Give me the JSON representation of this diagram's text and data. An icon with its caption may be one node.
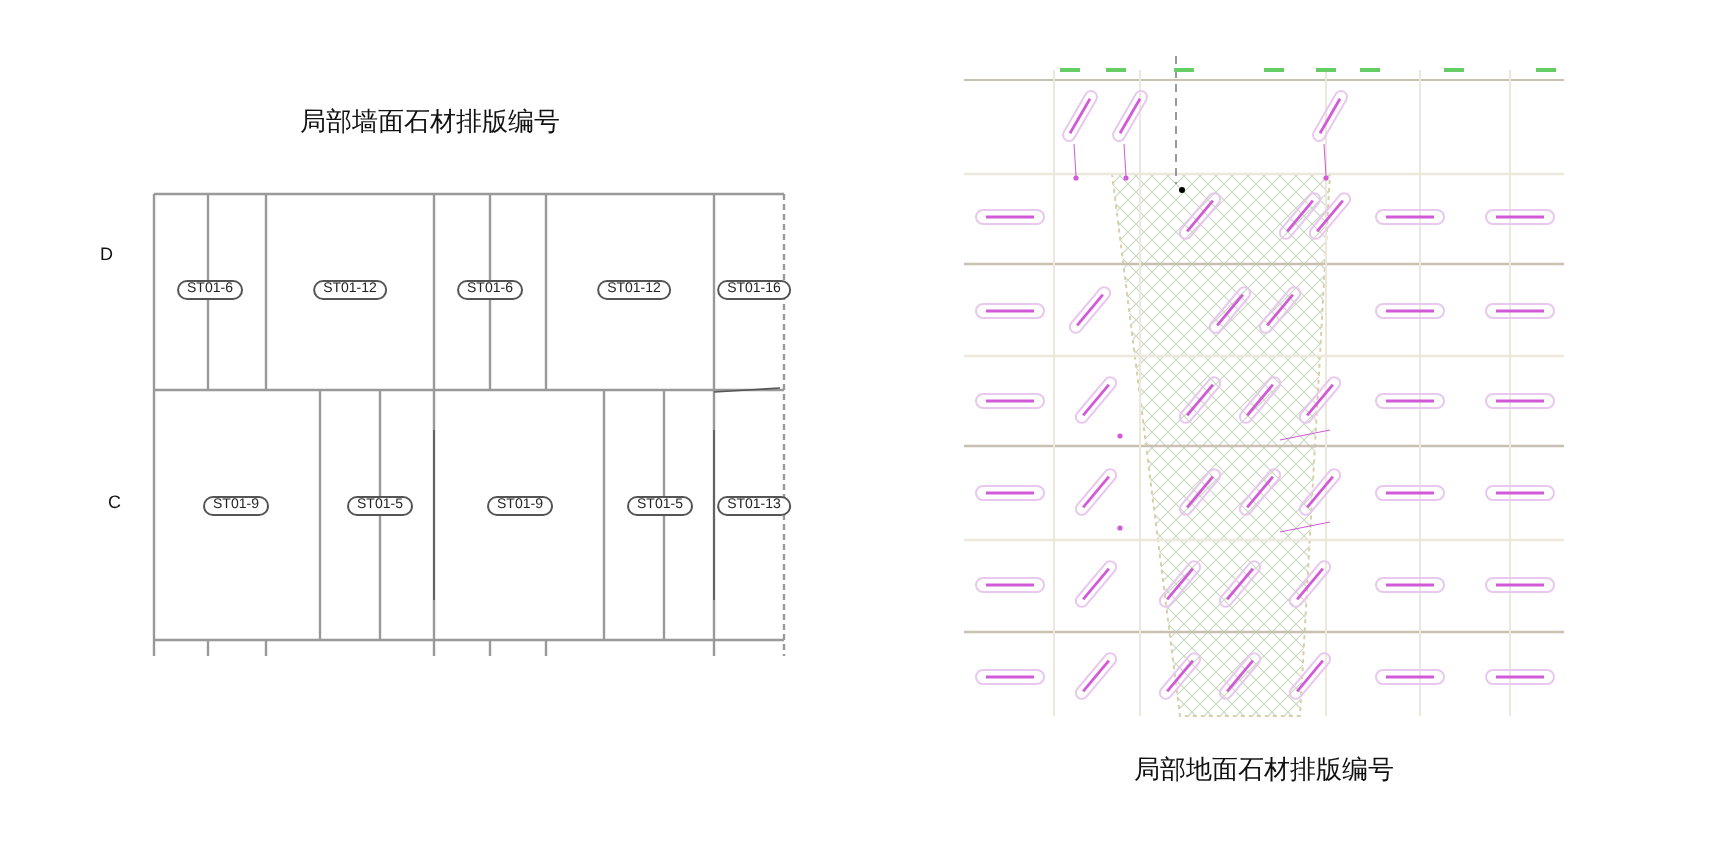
{
  "diagram": {
    "nodes": [
      {
        "text": [
          "ST01-6"
        ]
      },
      {
        "text": [
          "ST01-12"
        ]
      },
      {
        "text": [
          "ST01-6"
        ]
      },
      {
        "text": [
          "ST01-12"
        ]
      },
      {
        "text": [
          "ST01-16"
        ]
      },
      {
        "text": [
          "ST01-9"
        ]
      },
      {
        "text": [
          "ST01-5"
        ]
      },
      {
        "text": [
          "ST01-9"
        ]
      },
      {
        "text": [
          "ST01-5"
        ]
      },
      {
        "text": [
          "ST01-13"
        ]
      }
    ],
    "labels": [
      "局部墙面石材排版编号",
      "D",
      "C",
      "局部地面石材排版编号"
    ]
  }
}
